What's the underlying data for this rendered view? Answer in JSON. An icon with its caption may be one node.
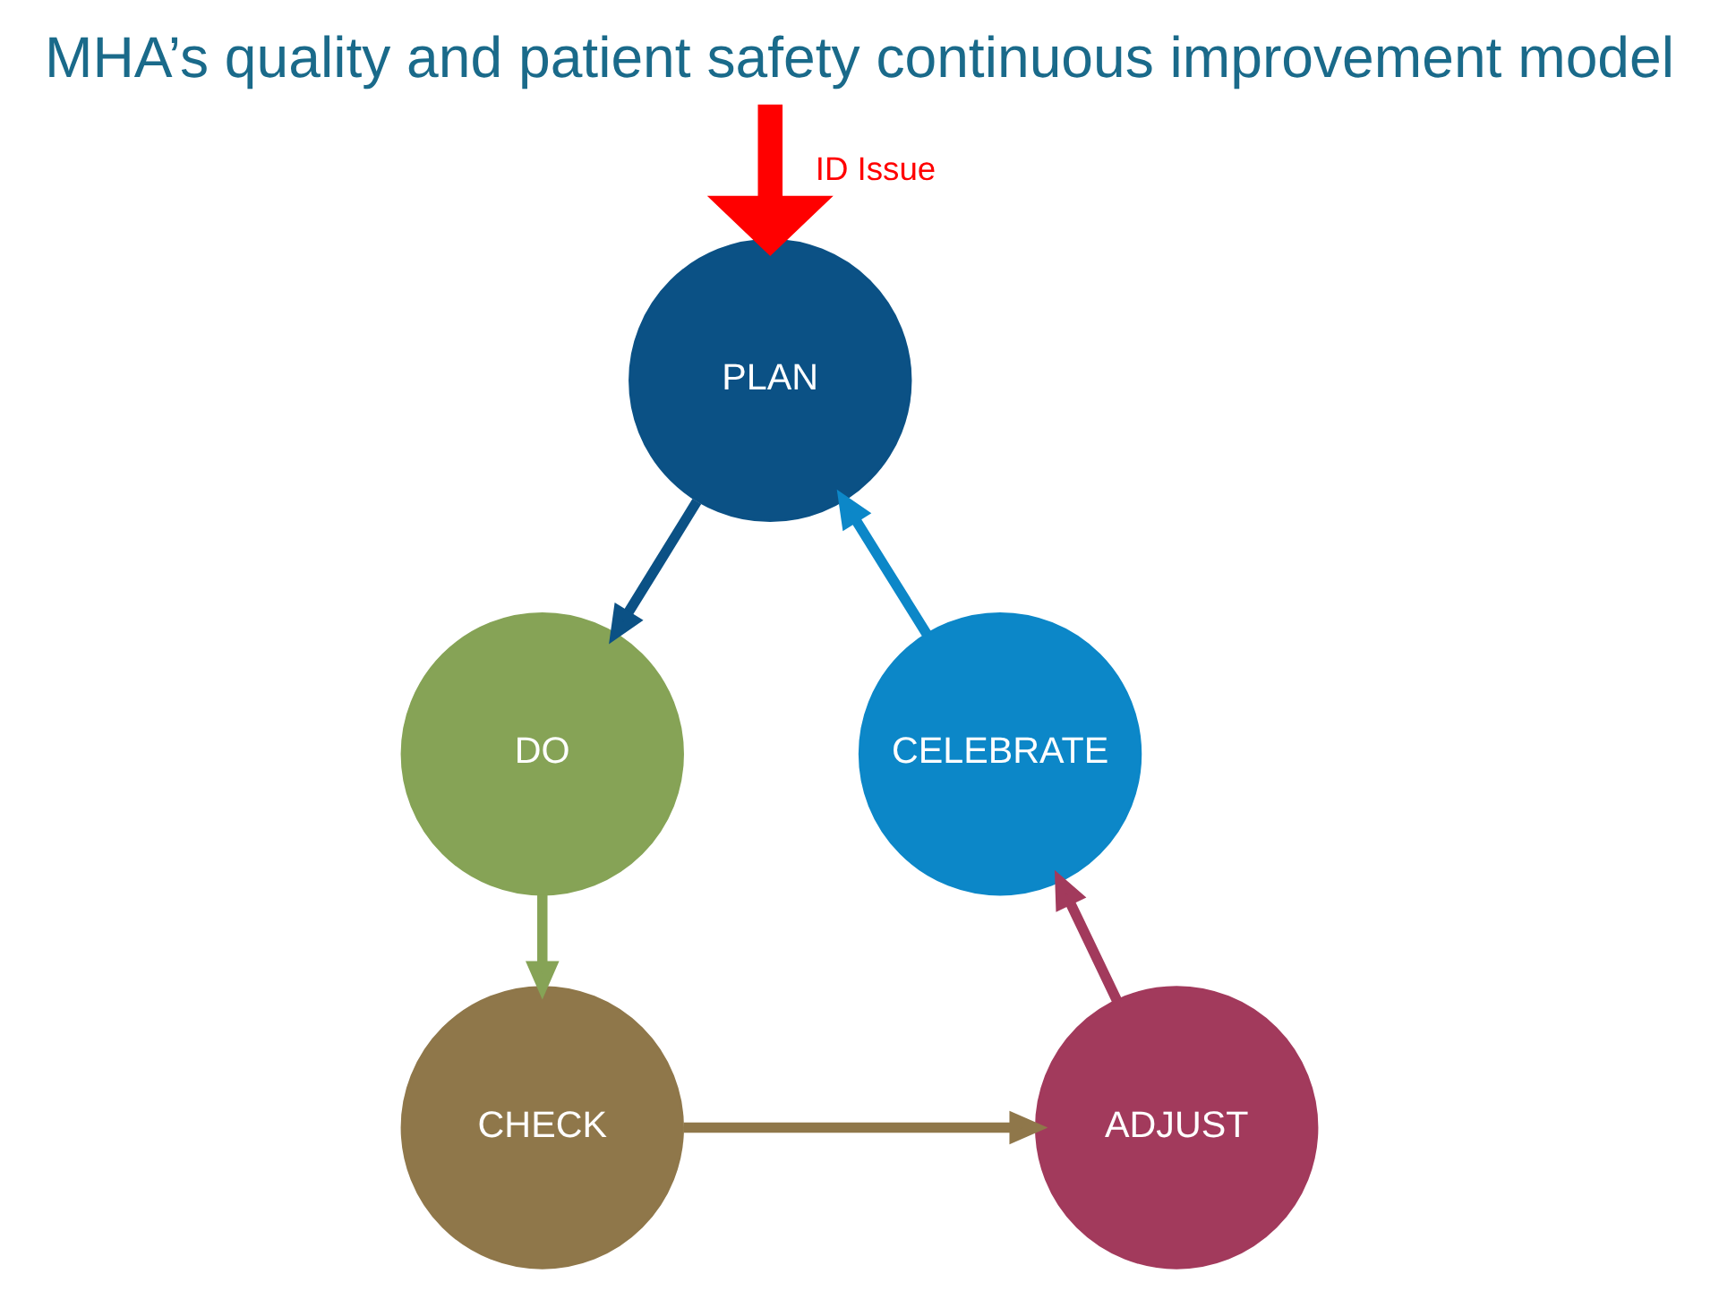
{
  "diagram": {
    "title": "MHA’s quality and patient safety continuous improvement model",
    "nodes": [
      {
        "text": [
          "PLAN"
        ]
      },
      {
        "text": [
          "DO"
        ]
      },
      {
        "text": [
          "CHECK"
        ]
      },
      {
        "text": [
          "ADJUST"
        ]
      },
      {
        "text": [
          "CELEBRATE"
        ]
      }
    ],
    "edges": [
      {
        "from": 0,
        "to": 1,
        "arrow": "to",
        "color": "#0b5185"
      },
      {
        "from": 1,
        "to": 2,
        "arrow": "to",
        "color": "#86a356"
      },
      {
        "from": 2,
        "to": 3,
        "arrow": "to",
        "color": "#8f774a"
      },
      {
        "from": 3,
        "to": 4,
        "arrow": "to",
        "color": "#a23a5c"
      },
      {
        "from": 4,
        "to": 0,
        "arrow": "to",
        "color": "#0c87c8"
      },
      {
        "from": null,
        "to": 0,
        "arrow": "to",
        "label": "ID Issue",
        "style": "thick",
        "color": "#ff0000"
      }
    ]
  }
}
